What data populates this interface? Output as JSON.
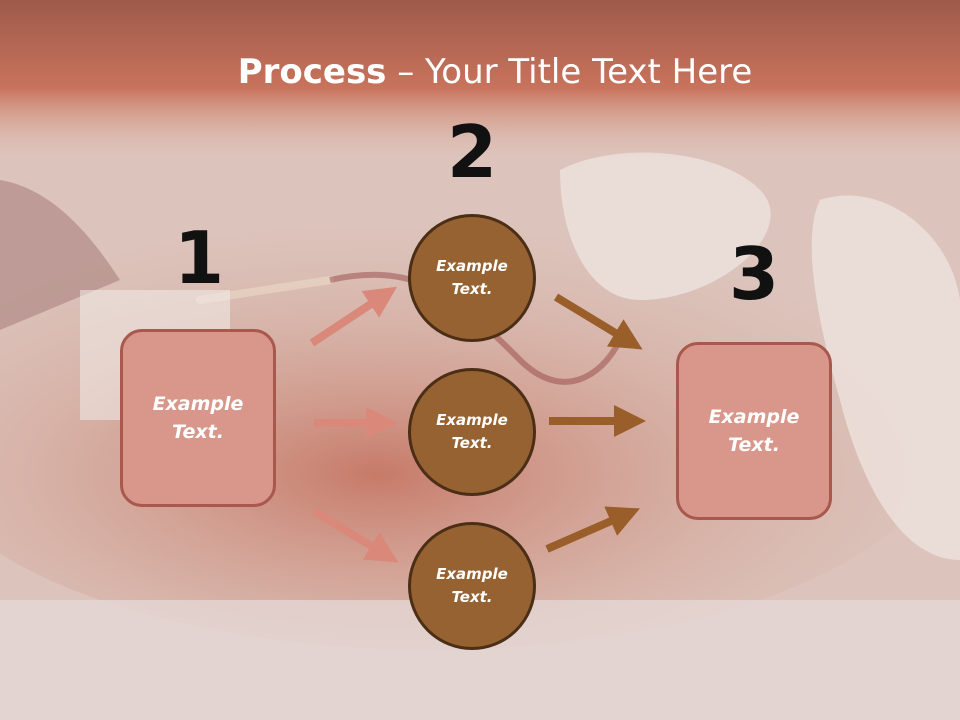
{
  "title": {
    "bold": "Process",
    "rest": " – Your Title Text Here"
  },
  "steps": [
    {
      "number": "1",
      "label": "Example\nText."
    },
    {
      "number": "2",
      "circles": [
        "Example\nText.",
        "Example\nText.",
        "Example\nText."
      ]
    },
    {
      "number": "3",
      "label": "Example\nText."
    }
  ],
  "colors": {
    "box_fill": "#d9968a",
    "box_border": "#a8584d",
    "circle_fill": "#976232",
    "circle_border": "#4a2e16",
    "arrow_left": "#d9887a",
    "arrow_right": "#9a5e2a"
  }
}
